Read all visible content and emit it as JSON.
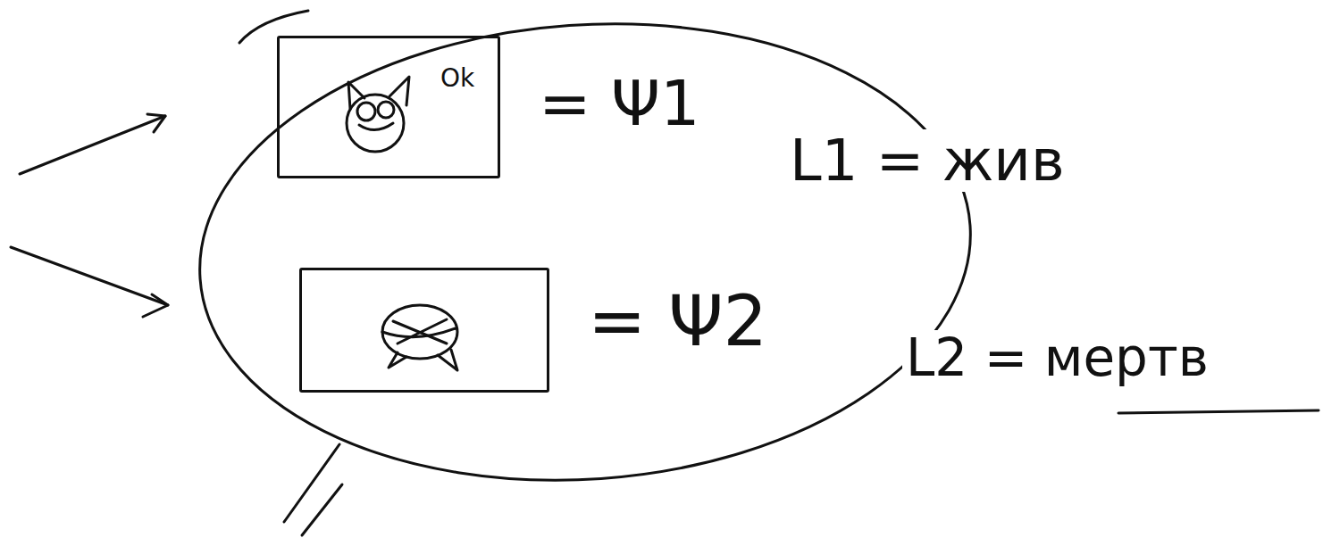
{
  "diagram": {
    "nodes": [
      {
        "text": [
          "L1 = жив",
          "L2 = мертв"
        ]
      },
      {
        "text": [
          "Ok",
          "= Ψ1"
        ],
        "in": 0
      },
      {
        "text": [
          "= Ψ2"
        ],
        "in": 0
      }
    ]
  }
}
